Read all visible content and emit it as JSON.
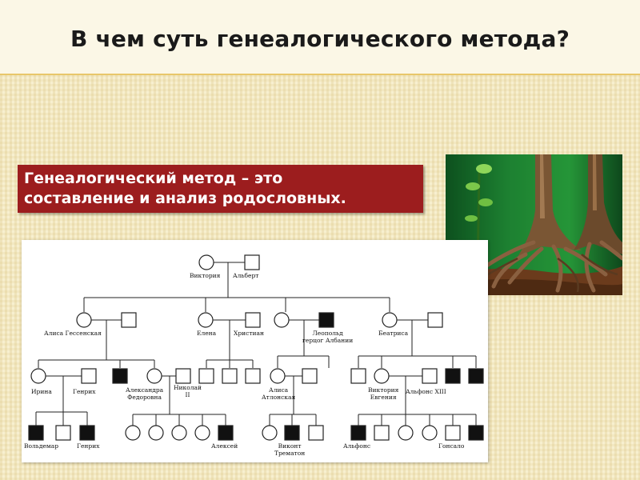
{
  "header": {
    "title": "В чем суть генеалогического метода?"
  },
  "definition": {
    "line1": "Генеалогический метод – это",
    "line2": "составление и анализ родословных."
  },
  "pedigree": {
    "names": {
      "victoria": "Виктория",
      "albert": "Альберт",
      "alice_hessen": "Алиса Гессенская",
      "elena": "Елена",
      "christian": "Христиан",
      "leopold_1": "Леопольд",
      "leopold_2": "герцог Албании",
      "beatrice": "Беатриса",
      "irina": "Ирина",
      "henry": "Генрих",
      "alexandra_1": "Александра",
      "alexandra_2": "Федоровна",
      "nicholas_1": "Николай",
      "nicholas_2": "II",
      "alice_athlone_1": "Алиса",
      "alice_athlone_2": "Атлонская",
      "victoria_eugenie_1": "Виктория",
      "victoria_eugenie_2": "Евгения",
      "alfonso_xiii": "Альфонс XIII",
      "waldemar": "Вольдемар",
      "henry_2": "Генрих",
      "alexei": "Алексей",
      "viscount_1": "Виконт",
      "viscount_2": "Трематон",
      "alfonso": "Альфонс",
      "gonzalo": "Гонсало"
    }
  }
}
